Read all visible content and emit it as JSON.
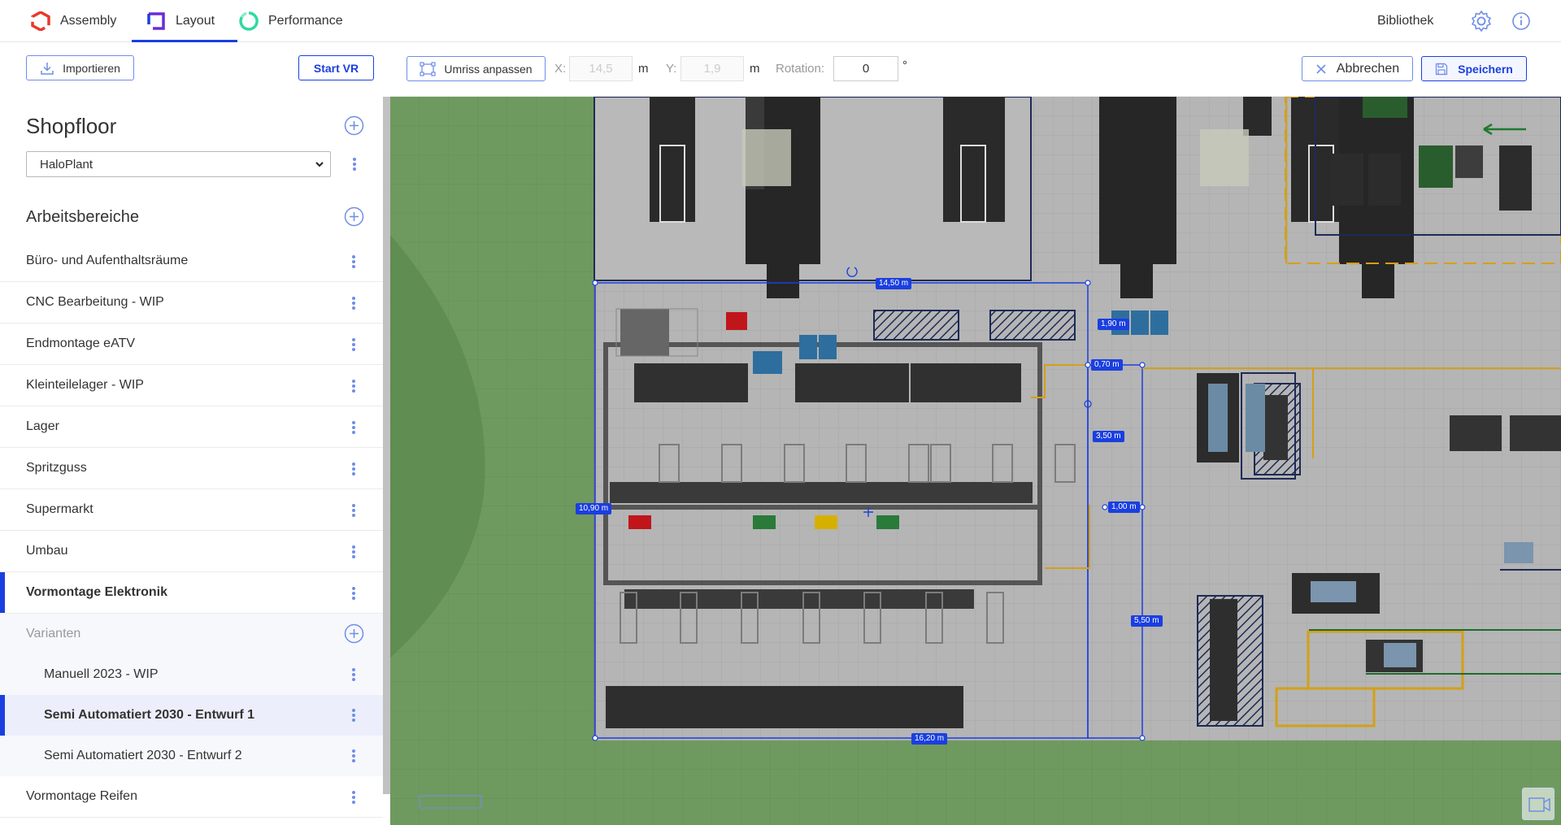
{
  "nav": {
    "tabs": [
      {
        "label": "Assembly",
        "icon": "assembly-logo-icon",
        "color": "#e8382b"
      },
      {
        "label": "Layout",
        "icon": "layout-square-icon",
        "color": "#6a2bd9"
      },
      {
        "label": "Performance",
        "icon": "performance-ring-icon",
        "color": "#2fd9a0"
      }
    ],
    "active_tab": "Layout",
    "library_label": "Bibliothek"
  },
  "sidebar": {
    "import_label": "Importieren",
    "start_vr_label": "Start VR",
    "shopfloor_title": "Shopfloor",
    "plant_selected": "HaloPlant",
    "areas_title": "Arbeitsbereiche",
    "areas": [
      "Büro- und Aufenthaltsräume",
      "CNC Bearbeitung - WIP",
      "Endmontage eATV",
      "Kleinteilelager - WIP",
      "Lager",
      "Spritzguss",
      "Supermarkt",
      "Umbau",
      "Vormontage Elektronik"
    ],
    "active_area": "Vormontage Elektronik",
    "variants_title": "Varianten",
    "variants": [
      "Manuell 2023 - WIP",
      "Semi Automatiert 2030 - Entwurf 1",
      "Semi Automatiert 2030 - Entwurf 2"
    ],
    "active_variant": "Semi Automatiert 2030 - Entwurf 1",
    "areas_after": [
      "Vormontage Reifen"
    ]
  },
  "toolbar": {
    "outline_label": "Umriss anpassen",
    "x_label": "X:",
    "x_value": "14,5",
    "x_unit": "m",
    "y_label": "Y:",
    "y_value": "1,9",
    "y_unit": "m",
    "rotation_label": "Rotation:",
    "rotation_value": "0",
    "rotation_unit": "°",
    "cancel_label": "Abbrechen",
    "save_label": "Speichern"
  },
  "canvas": {
    "dimensions": {
      "top": "14,50 m",
      "left": "10,90 m",
      "bottom": "16,20 m",
      "right_top": "1,90 m",
      "gap": "0,70 m",
      "right_mid": "3,50 m",
      "step": "1,00 m",
      "right_bottom": "5,50 m"
    },
    "colors": {
      "accent": "#1a3fe0",
      "floor": "#b5b5b5",
      "grass": "#6f9a5f",
      "conveyor": "#5a5a5a",
      "machine_blue": "#2e6e9e",
      "yellow_line": "#d4a017",
      "red": "#c0161b",
      "green": "#2a7a3a",
      "gold": "#d6b000"
    }
  }
}
